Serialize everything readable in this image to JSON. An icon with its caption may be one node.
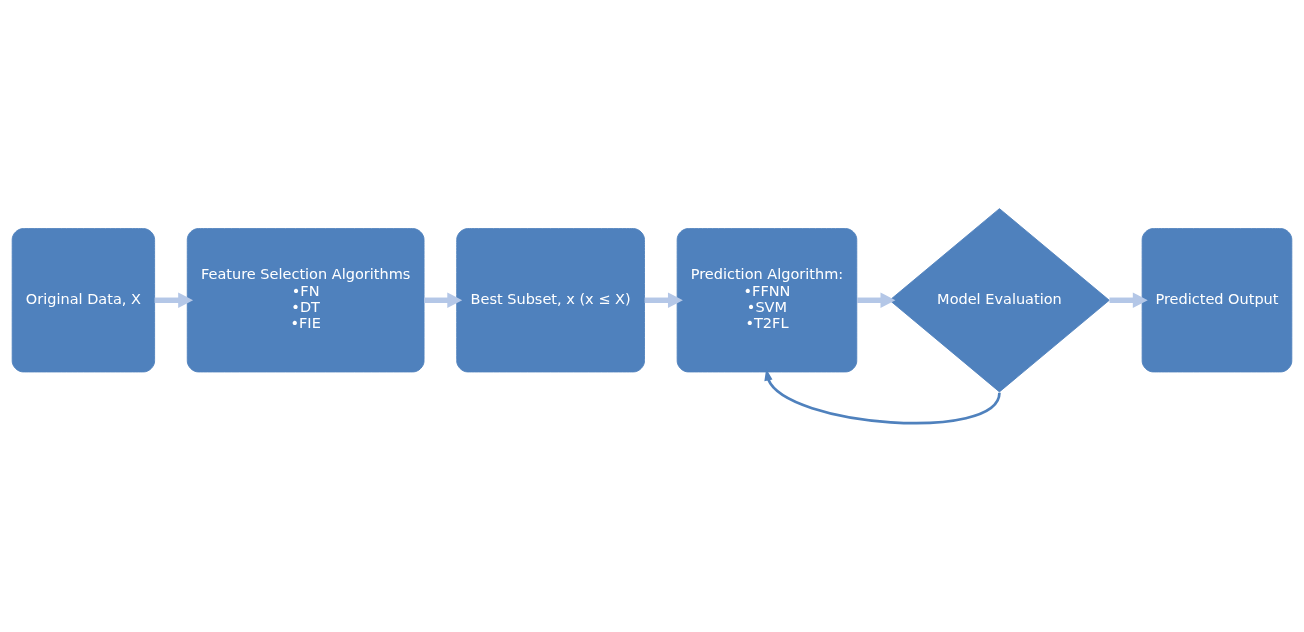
{
  "diagram": {
    "nodes": [
      {
        "text": [
          "Original Data, X"
        ]
      },
      {
        "text": [
          "Feature Selection Algorithms",
          "•FN",
          "•DT",
          "•FIE"
        ]
      },
      {
        "text": [
          "Best Subset, x (x ≤ X)"
        ]
      },
      {
        "text": [
          "Prediction Algorithm:",
          "•FFNN",
          "•SVM",
          "•T2FL"
        ]
      },
      {
        "text": [
          "Model Evaluation"
        ]
      },
      {
        "text": [
          "Predicted Output"
        ]
      }
    ],
    "edges": [
      {
        "from": 0,
        "to": 1,
        "arrow": "to"
      },
      {
        "from": 1,
        "to": 2,
        "arrow": "to"
      },
      {
        "from": 2,
        "to": 3,
        "arrow": "to"
      },
      {
        "from": 3,
        "to": 4,
        "arrow": "to"
      },
      {
        "from": 4,
        "to": 5,
        "arrow": "to"
      },
      {
        "from": 4,
        "to": 3,
        "arrow": "to",
        "color": "#4f81bd"
      }
    ]
  }
}
